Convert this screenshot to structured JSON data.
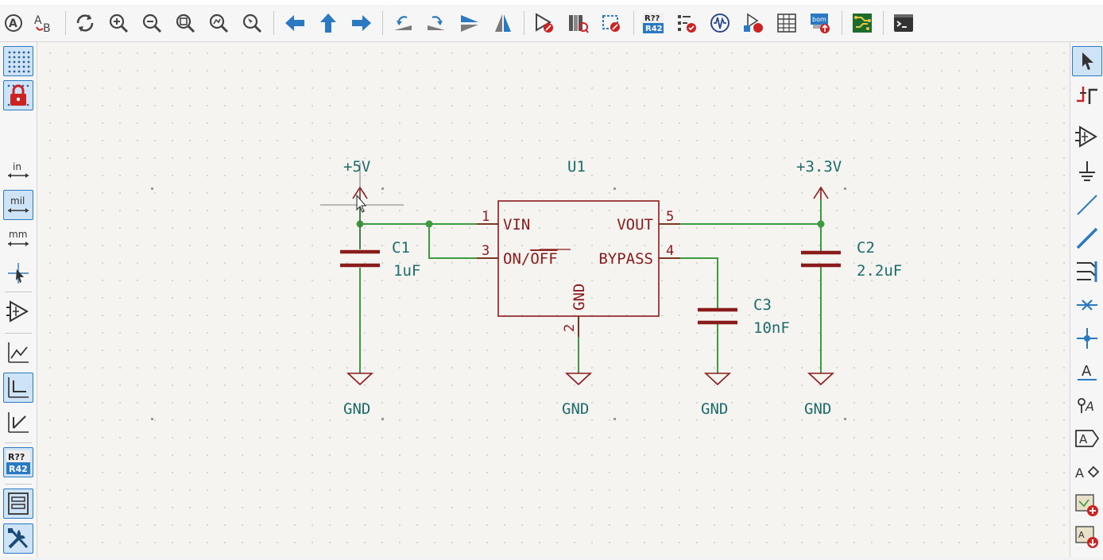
{
  "schematic": {
    "refdes": {
      "u1": "U1",
      "c1": "C1",
      "c2": "C2",
      "c3": "C3"
    },
    "values": {
      "c1": "1uF",
      "c2": "2.2uF",
      "c3": "10nF"
    },
    "power": {
      "vin": "+5V",
      "vout": "+3.3V",
      "gnd": "GND"
    },
    "pins": {
      "vin": "VIN",
      "vin_num": "1",
      "on_off_prefix": "ON/",
      "on_off_overbar": "OFF",
      "on_off_num": "3",
      "vout": "VOUT",
      "vout_num": "5",
      "bypass": "BYPASS",
      "bypass_num": "4",
      "gnd": "GND",
      "gnd_num": "2"
    }
  },
  "toolbar_icons": {
    "r42": "R??",
    "r42b": "R42",
    "bom": "bom"
  },
  "left_icons": {
    "inch": "in",
    "mil": "mil",
    "mm": "mm",
    "r42": "R??",
    "r42b": "R42"
  },
  "right_icons": {
    "text_a": "A"
  },
  "colors": {
    "wire": "#3d9a3d",
    "symbol": "#8b1a1a",
    "text": "#1e6b6b",
    "accent": "#2b79c2"
  }
}
